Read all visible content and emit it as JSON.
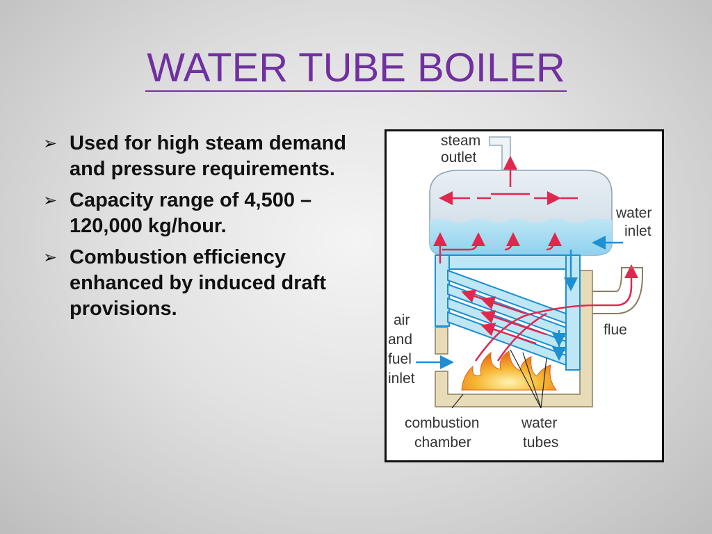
{
  "slide": {
    "title": "WATER TUBE BOILER",
    "bullets": [
      "Used for high steam demand and pressure requirements.",
      "Capacity range of 4,500 – 120,000 kg/hour.",
      "Combustion efficiency enhanced by induced draft provisions."
    ]
  },
  "diagram": {
    "labels": {
      "steam": "steam",
      "outlet": "outlet",
      "water1": "water",
      "inlet1": "inlet",
      "air": "air",
      "and": "and",
      "fuel": "fuel",
      "inlet2": "inlet",
      "flue": "flue",
      "combustion": "combustion",
      "chamber": "chamber",
      "water2": "water",
      "tubes": "tubes"
    },
    "colors": {
      "water": "#bfe6f5",
      "water_tube": "#1e8fd0",
      "hot_flow": "#e0284f",
      "casing": "#e8dcb8",
      "flame": "#f39a1e"
    }
  }
}
